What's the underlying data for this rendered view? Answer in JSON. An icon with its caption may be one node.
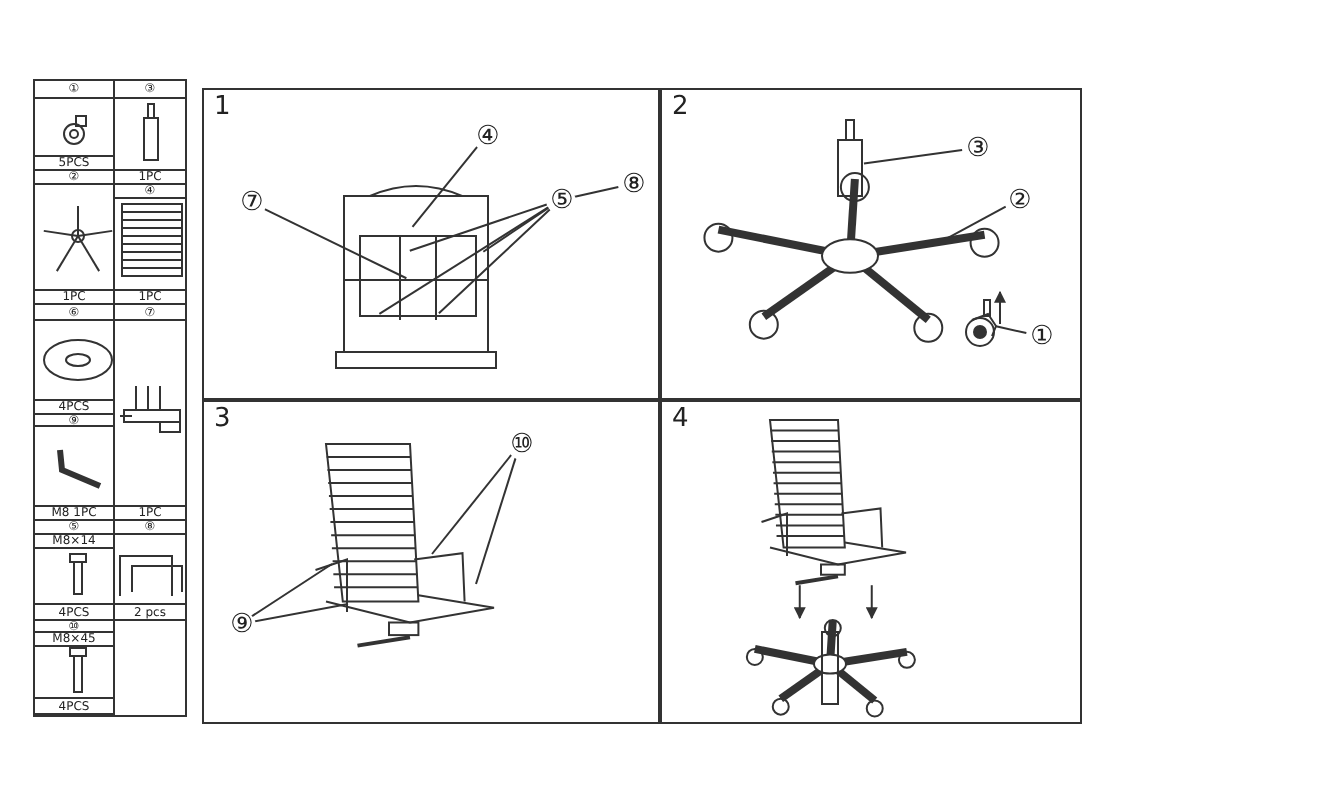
{
  "diagram": {
    "nodes": [
      {
        "text": [
          "1"
        ]
      },
      {
        "text": [
          "⑦"
        ],
        "in": 0
      },
      {
        "text": [
          "④"
        ],
        "in": 0
      },
      {
        "text": [
          "⑤"
        ],
        "in": 0
      },
      {
        "text": [
          "⑧"
        ],
        "in": 0
      },
      {
        "text": [
          "2"
        ]
      },
      {
        "text": [
          "③"
        ],
        "in": 5
      },
      {
        "text": [
          "②"
        ],
        "in": 5
      },
      {
        "text": [
          "①"
        ],
        "in": 5
      },
      {
        "text": [
          "3"
        ]
      },
      {
        "text": [
          "⑩"
        ],
        "in": 9
      },
      {
        "text": [
          "⑨"
        ],
        "in": 9
      },
      {
        "text": [
          "4"
        ]
      },
      {
        "text": [],
        "shape": "picture",
        "in": 5
      },
      {
        "text": [],
        "shape": "picture",
        "in": 12
      },
      {
        "text": [],
        "shape": "picture",
        "in": 12
      },
      {
        "text": [],
        "shape": "picture",
        "in": 9
      }
    ],
    "edges": [
      {
        "from": 1,
        "to": null,
        "arrow": "none"
      },
      {
        "from": 2,
        "to": null,
        "arrow": "none"
      },
      {
        "from": 3,
        "to": null,
        "arrow": "none"
      },
      {
        "from": 3,
        "to": null,
        "arrow": "none"
      },
      {
        "from": 3,
        "to": null,
        "arrow": "none"
      },
      {
        "from": 3,
        "to": null,
        "arrow": "none"
      },
      {
        "from": 4,
        "to": 3,
        "arrow": "none"
      },
      {
        "from": 6,
        "to": null,
        "arrow": "none"
      },
      {
        "from": 7,
        "to": null,
        "arrow": "none"
      },
      {
        "from": 8,
        "to": 13,
        "arrow": "none"
      },
      {
        "from": 10,
        "to": 16,
        "arrow": "none"
      },
      {
        "from": 10,
        "to": 16,
        "arrow": "none"
      },
      {
        "from": 11,
        "to": 16,
        "arrow": "none"
      },
      {
        "from": 11,
        "to": 16,
        "arrow": "none"
      },
      {
        "from": 14,
        "to": 15,
        "arrow": "to"
      },
      {
        "from": 14,
        "to": 15,
        "arrow": "to"
      }
    ],
    "labels": [
      "①",
      "③",
      "5PCS",
      "②",
      "1PC",
      "④",
      "1PC",
      "1PC",
      "⑥",
      "⑦",
      "4PCS",
      "⑨",
      "M8 1PC",
      "1PC",
      "⑤",
      "⑧",
      "M8×14",
      "4PCS",
      "2 pcs",
      "⑩",
      "M8×45",
      "4PCS"
    ]
  }
}
